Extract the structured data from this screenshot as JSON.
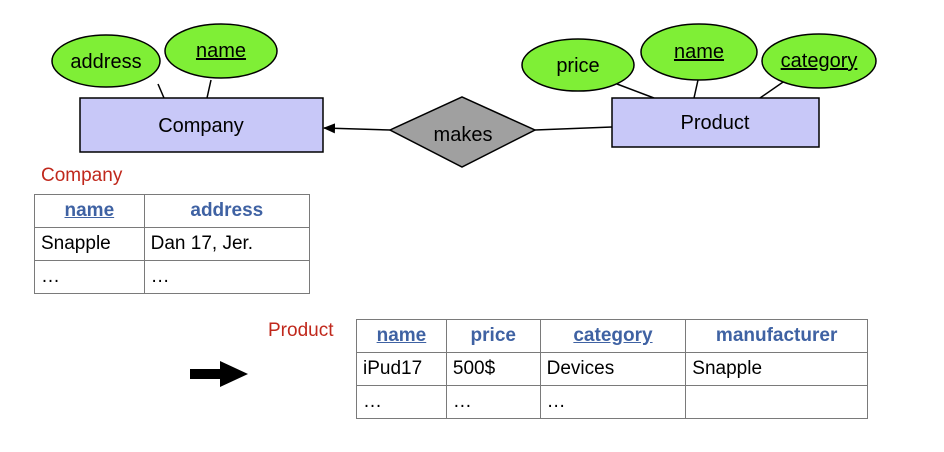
{
  "er": {
    "company": {
      "label": "Company",
      "attributes": [
        {
          "label": "address",
          "key": false
        },
        {
          "label": "name",
          "key": true
        }
      ]
    },
    "product": {
      "label": "Product",
      "attributes": [
        {
          "label": "price",
          "key": false
        },
        {
          "label": "name",
          "key": true
        },
        {
          "label": "category",
          "key": true
        }
      ]
    },
    "relationship": {
      "label": "makes"
    },
    "colors": {
      "attribute_fill": "#7fef36",
      "entity_fill": "#c8c8f8",
      "relationship_fill": "#a0a0a0",
      "title_red": "#c0281c",
      "header_blue": "#3f62a3"
    }
  },
  "company_table": {
    "title": "Company",
    "headers": [
      "name",
      "address"
    ],
    "rows": [
      [
        "Snapple",
        "Dan 17, Jer."
      ],
      [
        "…",
        "…"
      ]
    ]
  },
  "product_table": {
    "title": "Product",
    "headers": [
      "name",
      "price",
      "category",
      "manufacturer"
    ],
    "rows": [
      [
        "iPud17",
        "500$",
        "Devices",
        "Snapple"
      ],
      [
        "…",
        "…",
        "…",
        ""
      ]
    ]
  },
  "arrow_icon": "right-arrow-icon"
}
